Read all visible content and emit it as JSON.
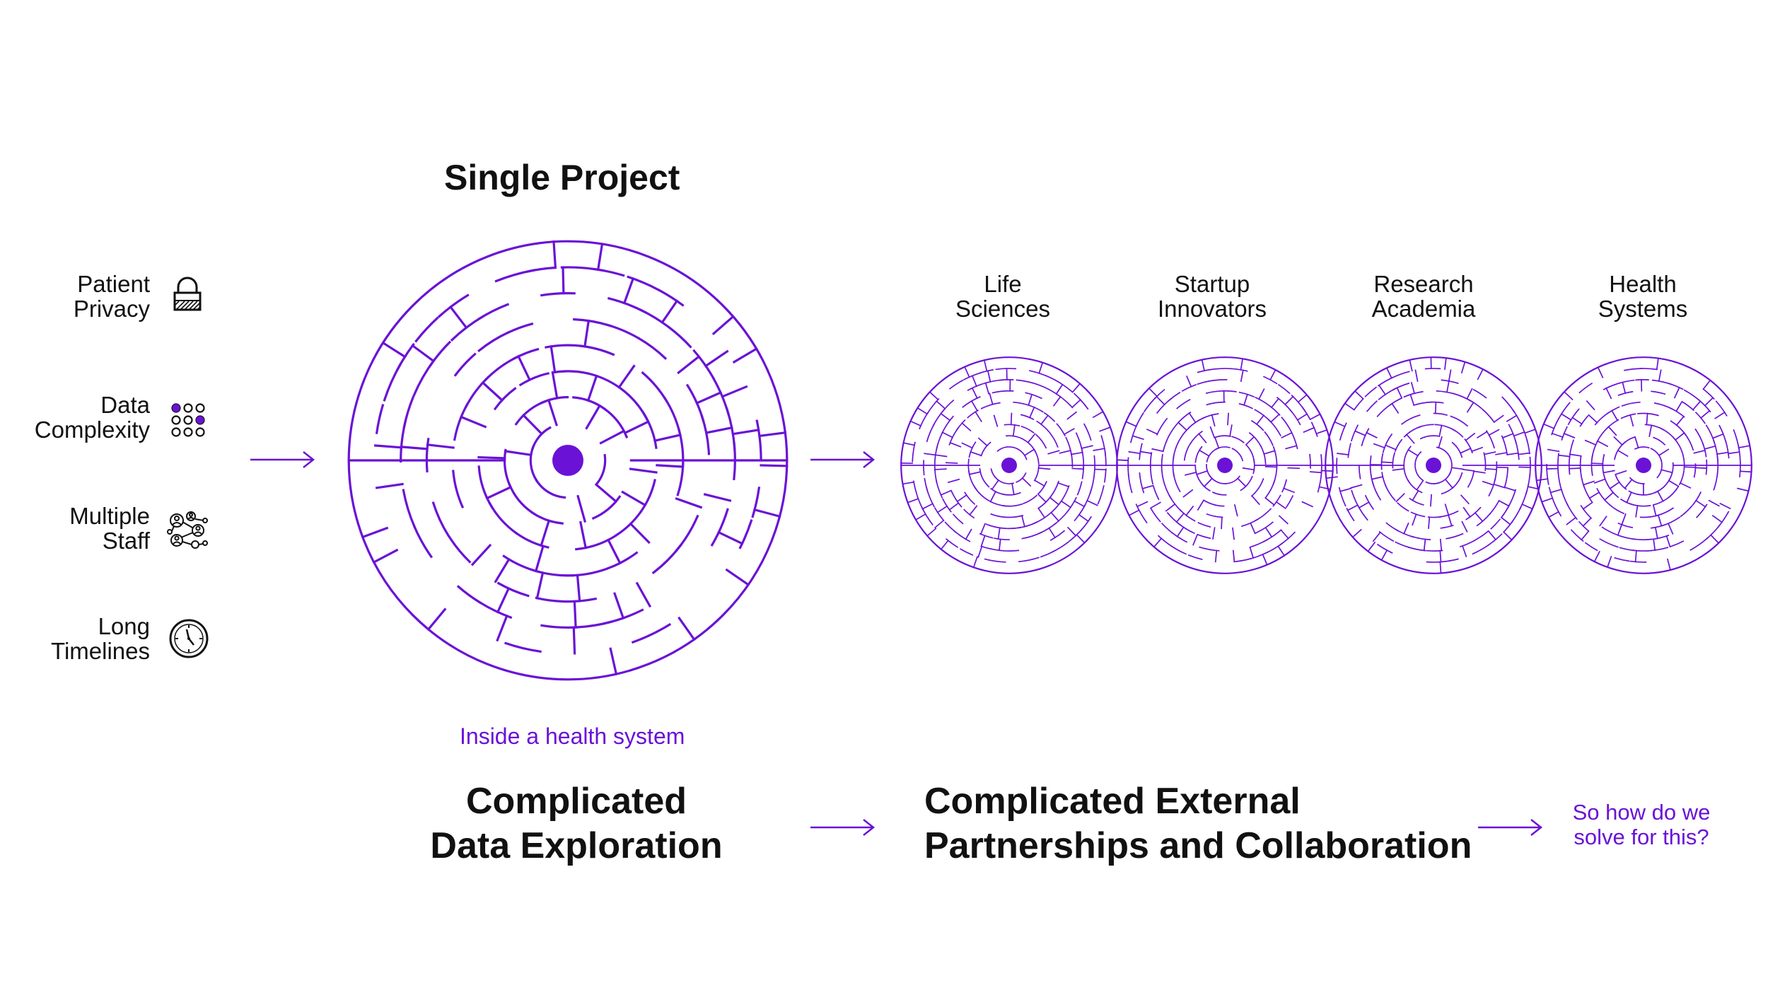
{
  "single_project": {
    "title": "Single Project",
    "caption": "Inside a health system"
  },
  "challenges": [
    {
      "line1": "Patient",
      "line2": "Privacy",
      "icon": "lock-icon"
    },
    {
      "line1": "Data",
      "line2": "Complexity",
      "icon": "dot-grid-icon"
    },
    {
      "line1": "Multiple",
      "line2": "Staff",
      "icon": "people-network-icon"
    },
    {
      "line1": "Long",
      "line2": "Timelines",
      "icon": "clock-icon"
    }
  ],
  "partners": [
    {
      "line1": "Life",
      "line2": "Sciences"
    },
    {
      "line1": "Startup",
      "line2": "Innovators"
    },
    {
      "line1": "Research",
      "line2": "Academia"
    },
    {
      "line1": "Health",
      "line2": "Systems"
    }
  ],
  "bottom": {
    "left_line1": "Complicated",
    "left_line2": "Data Exploration",
    "right_line1": "Complicated External",
    "right_line2": "Partnerships and Collaboration",
    "question_line1": "So how do we",
    "question_line2": "solve for this?"
  },
  "colors": {
    "accent": "#6a12d6",
    "text": "#111111"
  }
}
